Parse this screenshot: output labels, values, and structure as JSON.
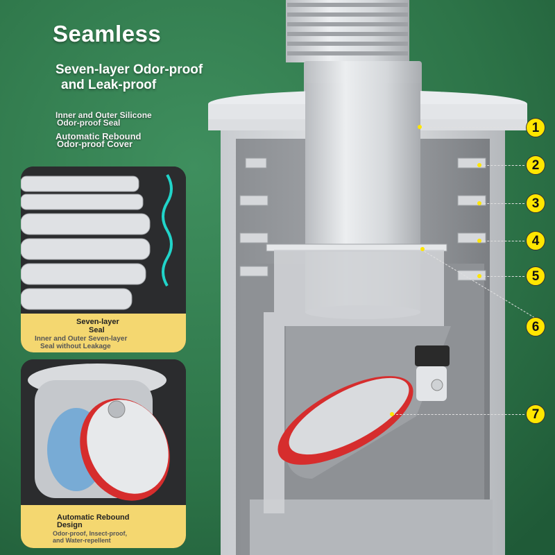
{
  "colors": {
    "background_green": "#2f7a4d",
    "accent_yellow": "#ffe600",
    "seal_red": "#d62d2d",
    "card_panel": "#2b2c2e",
    "card_label_yellow": "#f4d770"
  },
  "header": {
    "headline": "Seamless",
    "subheadline_line1": "Seven-layer Odor-proof",
    "subheadline_line2": "and Leak-proof"
  },
  "features": [
    {
      "line1": "Inner and Outer Silicone",
      "line2": "Odor-proof Seal"
    },
    {
      "line1": "Automatic Rebound",
      "line2": "Odor-proof Cover"
    }
  ],
  "cards": [
    {
      "title_line1": "Seven-layer",
      "title_line2": "Seal",
      "sub_line1": "Inner and Outer Seven-layer",
      "sub_line2": "Seal without Leakage",
      "icon": "wave-icon"
    },
    {
      "title_line1": "Automatic Rebound",
      "title_line2": "Design",
      "sub_line1": "Odor-proof, Insect-proof,",
      "sub_line2": "and Water-repellent",
      "sub_line3": ""
    }
  ],
  "callouts": [
    "1",
    "2",
    "3",
    "4",
    "5",
    "6",
    "7"
  ]
}
